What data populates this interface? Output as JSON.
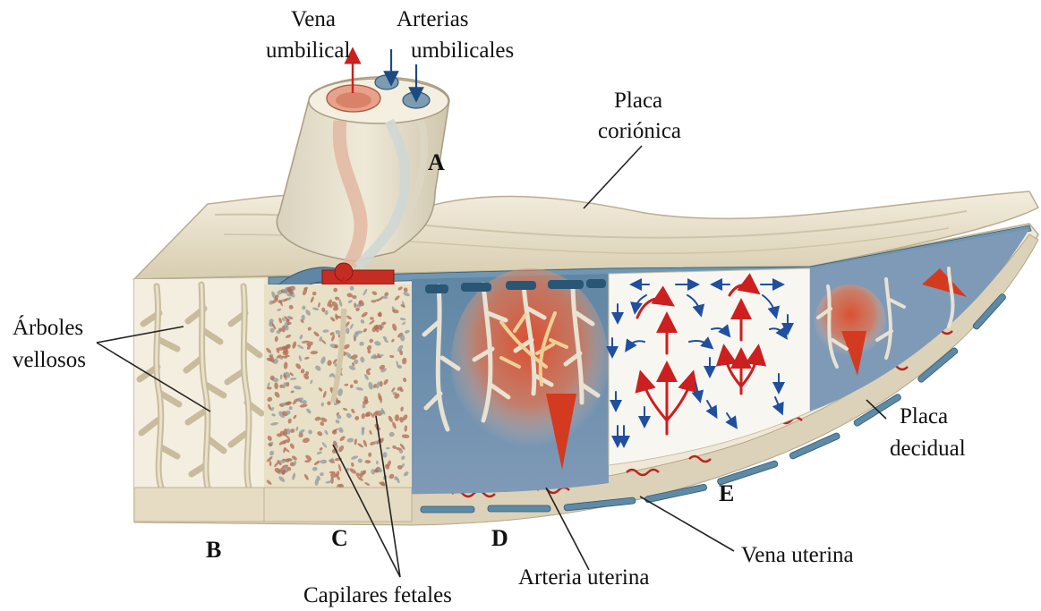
{
  "labels": {
    "vena_umbilical": [
      "Vena",
      "umbilical"
    ],
    "arterias_umbilicales": [
      "Arterias",
      "umbilicales"
    ],
    "placa_corionica": [
      "Placa",
      "coriónica"
    ],
    "arboles_vellosos": [
      "Árboles",
      "vellosos"
    ],
    "placa_decidual": [
      "Placa",
      "decidual"
    ],
    "vena_uterina": "Vena uterina",
    "arteria_uterina": "Arteria uterina",
    "capilares_fetales": "Capilares fetales"
  },
  "section_letters": {
    "a": "A",
    "b": "B",
    "c": "C",
    "d": "D",
    "e": "E"
  },
  "colors": {
    "tissue": "#eee6d2",
    "tissue_shade": "#d9cfb6",
    "arterial_red": "#cc1f1f",
    "venous_blue": "#2c5f8a",
    "vessel_blue": "#4f7f9c",
    "flow_arrow_blue": "#1f4f9e"
  }
}
